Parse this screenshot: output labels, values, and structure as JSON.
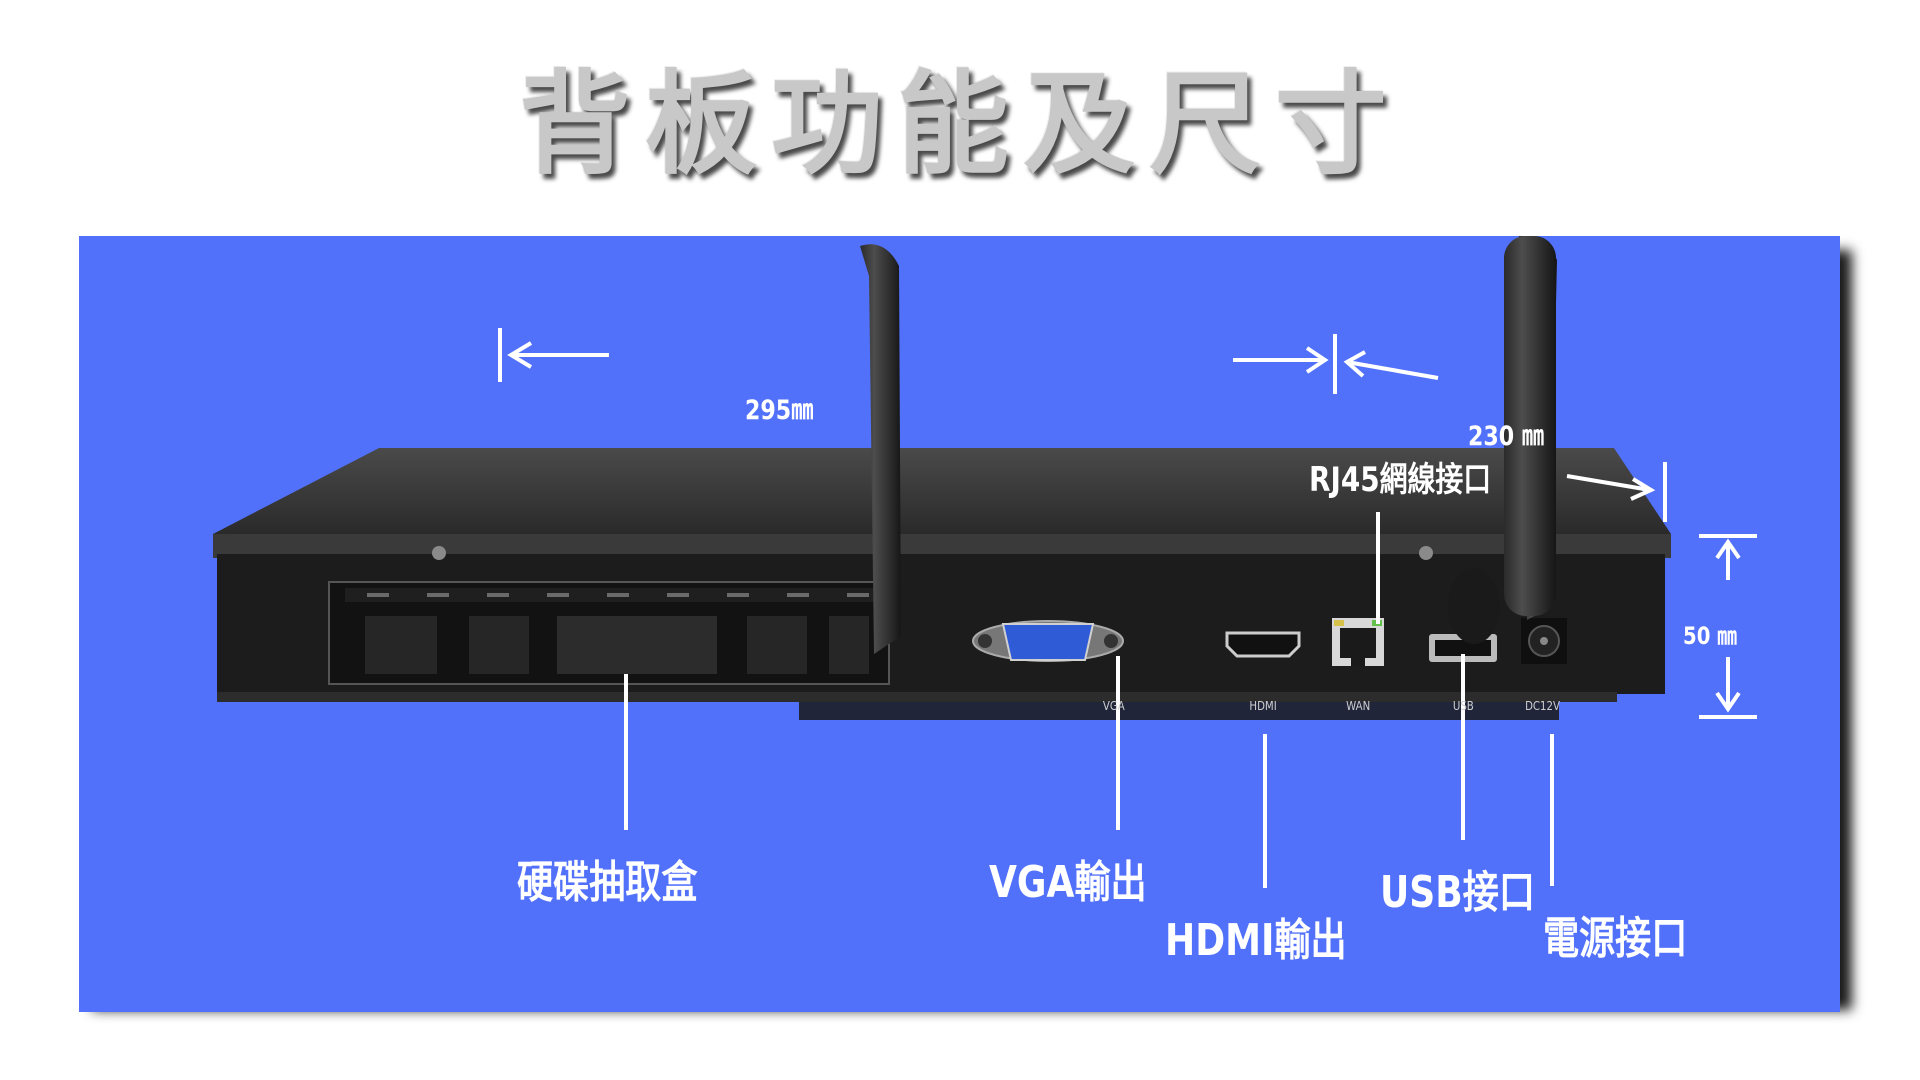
{
  "title": "背板功能及尺寸",
  "dimensions": {
    "width": "295㎜",
    "depth": "230 ㎜",
    "height": "50 ㎜"
  },
  "callouts": {
    "rj45": "RJ45網線接口",
    "hdd_tray": "硬碟抽取盒",
    "vga": "VGA輸出",
    "hdmi": "HDMI輸出",
    "usb": "USB接口",
    "power": "電源接口"
  },
  "port_labels": {
    "vga": "VGA",
    "hdmi": "HDMI",
    "wan": "WAN",
    "usb": "USB",
    "dc": "DC12V"
  },
  "colors": {
    "background": "#5271fb",
    "title": "#c8c8c8",
    "label": "#ffffff",
    "device": "#1e1e1e"
  }
}
